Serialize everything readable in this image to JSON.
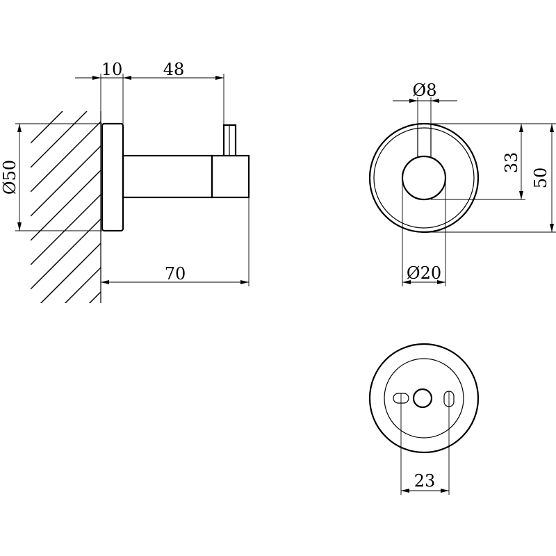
{
  "colors": {
    "line": "#000000",
    "background": "#ffffff"
  },
  "side_view": {
    "dim_base_thickness": "10",
    "dim_hook_offset": "48",
    "dim_base_diameter": "Ø50",
    "dim_projection": "70"
  },
  "front_view": {
    "dim_hook_diameter": "Ø8",
    "dim_hook_height": "33",
    "dim_total_height": "50",
    "dim_arm_diameter": "Ø20"
  },
  "back_view": {
    "dim_hole_spacing": "23"
  }
}
